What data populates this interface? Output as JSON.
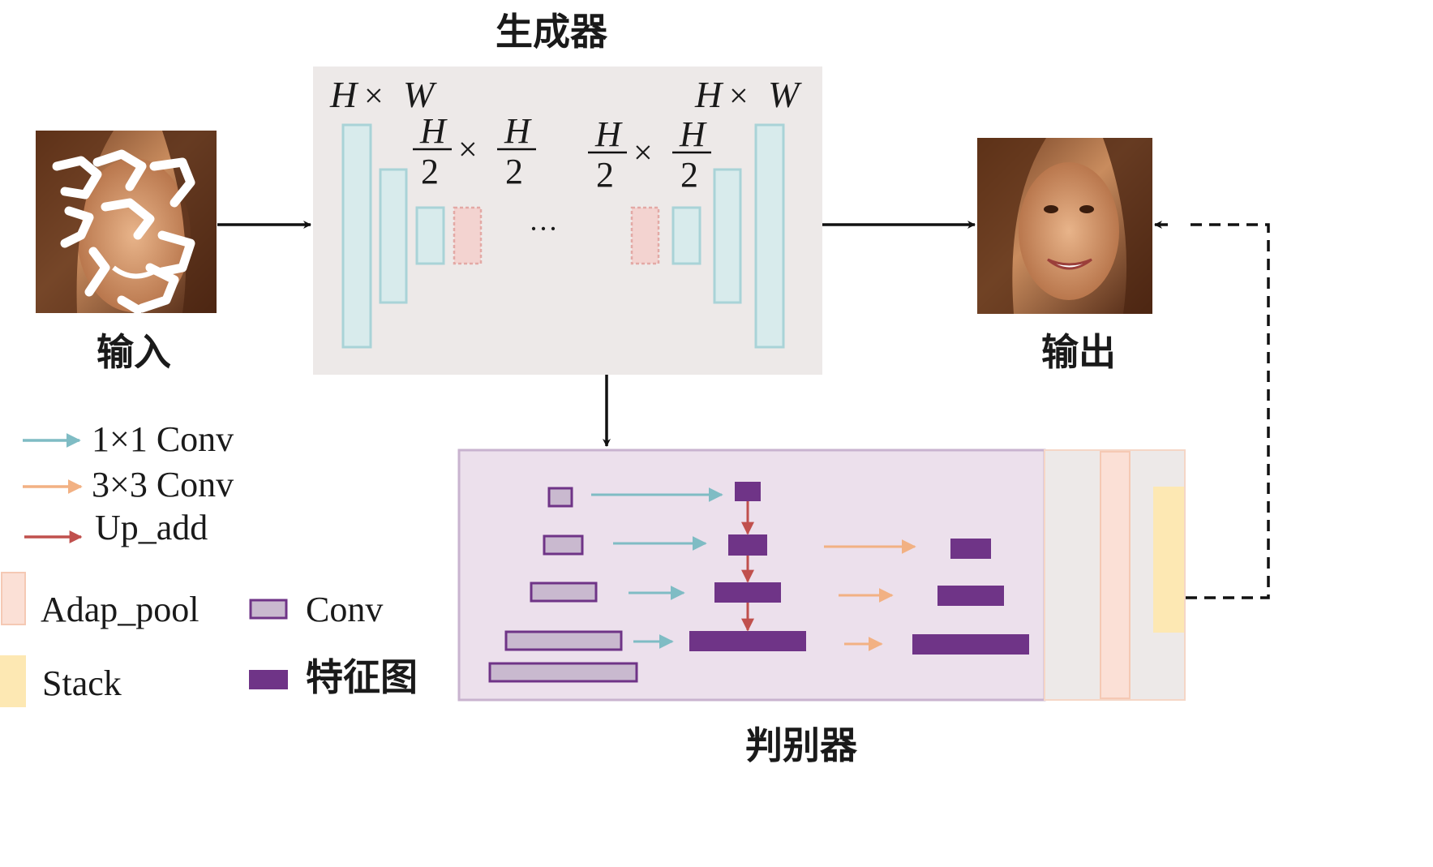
{
  "generator": {
    "title": "生成器",
    "size_full": {
      "h": "H",
      "times": "×",
      "w": "W"
    },
    "size_half": {
      "num": "H",
      "den": "2",
      "times": "×"
    },
    "ellipsis": "···"
  },
  "input_label": "输入",
  "output_label": "输出",
  "discriminator": {
    "title": "判别器"
  },
  "legend": {
    "arrows": [
      {
        "label": "1×1 Conv",
        "color": "#7fbcc4"
      },
      {
        "label": "3×3 Conv",
        "color": "#f2b183"
      },
      {
        "label": "Up_add",
        "color": "#c0504d"
      }
    ],
    "boxes": [
      {
        "label": "Adap_pool",
        "color": "#fbe0d6"
      },
      {
        "label": "Stack",
        "color": "#fde8b3"
      },
      {
        "label": "Conv",
        "color": "#c9b9cf"
      },
      {
        "label": "特征图",
        "color": "#6f3487"
      }
    ]
  },
  "colors": {
    "generator_bg": "#ede9e8",
    "generator_block": "#d8ebec",
    "generator_block_border": "#a9d3d7",
    "generator_dashed": "#f3d3d0",
    "discriminator_bg": "#ece0ec",
    "discriminator_border": "#c9b3cf",
    "feature_map": "#6f3487",
    "conv_fill": "#c9b9cf"
  }
}
